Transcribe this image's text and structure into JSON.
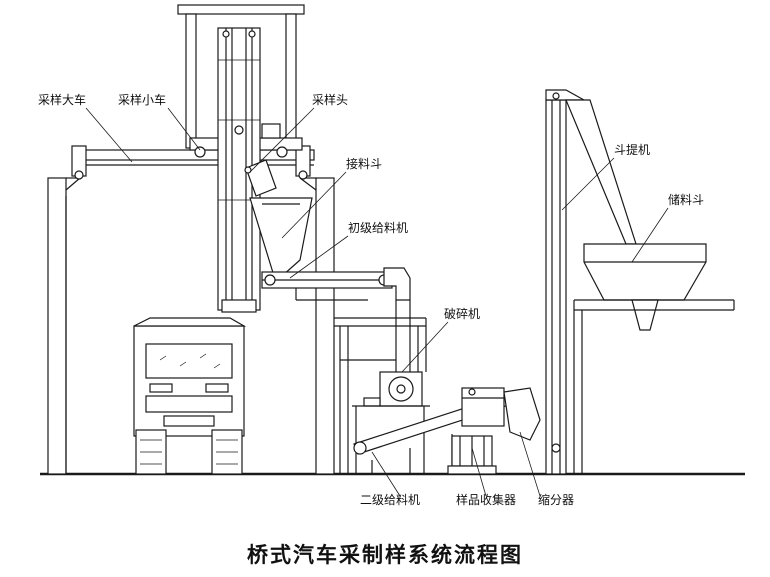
{
  "labels": {
    "sampling_gantry": "采样大车",
    "sampling_trolley": "采样小车",
    "sampling_head": "采样头",
    "receiving_hopper": "接料斗",
    "primary_feeder": "初级给料机",
    "crusher": "破碎机",
    "bucket_elevator": "斗提机",
    "storage_hopper": "储料斗",
    "secondary_feeder": "二级给料机",
    "sample_collector": "样品收集器",
    "divider": "缩分器"
  },
  "caption": "桥式汽车采制样系统流程图"
}
